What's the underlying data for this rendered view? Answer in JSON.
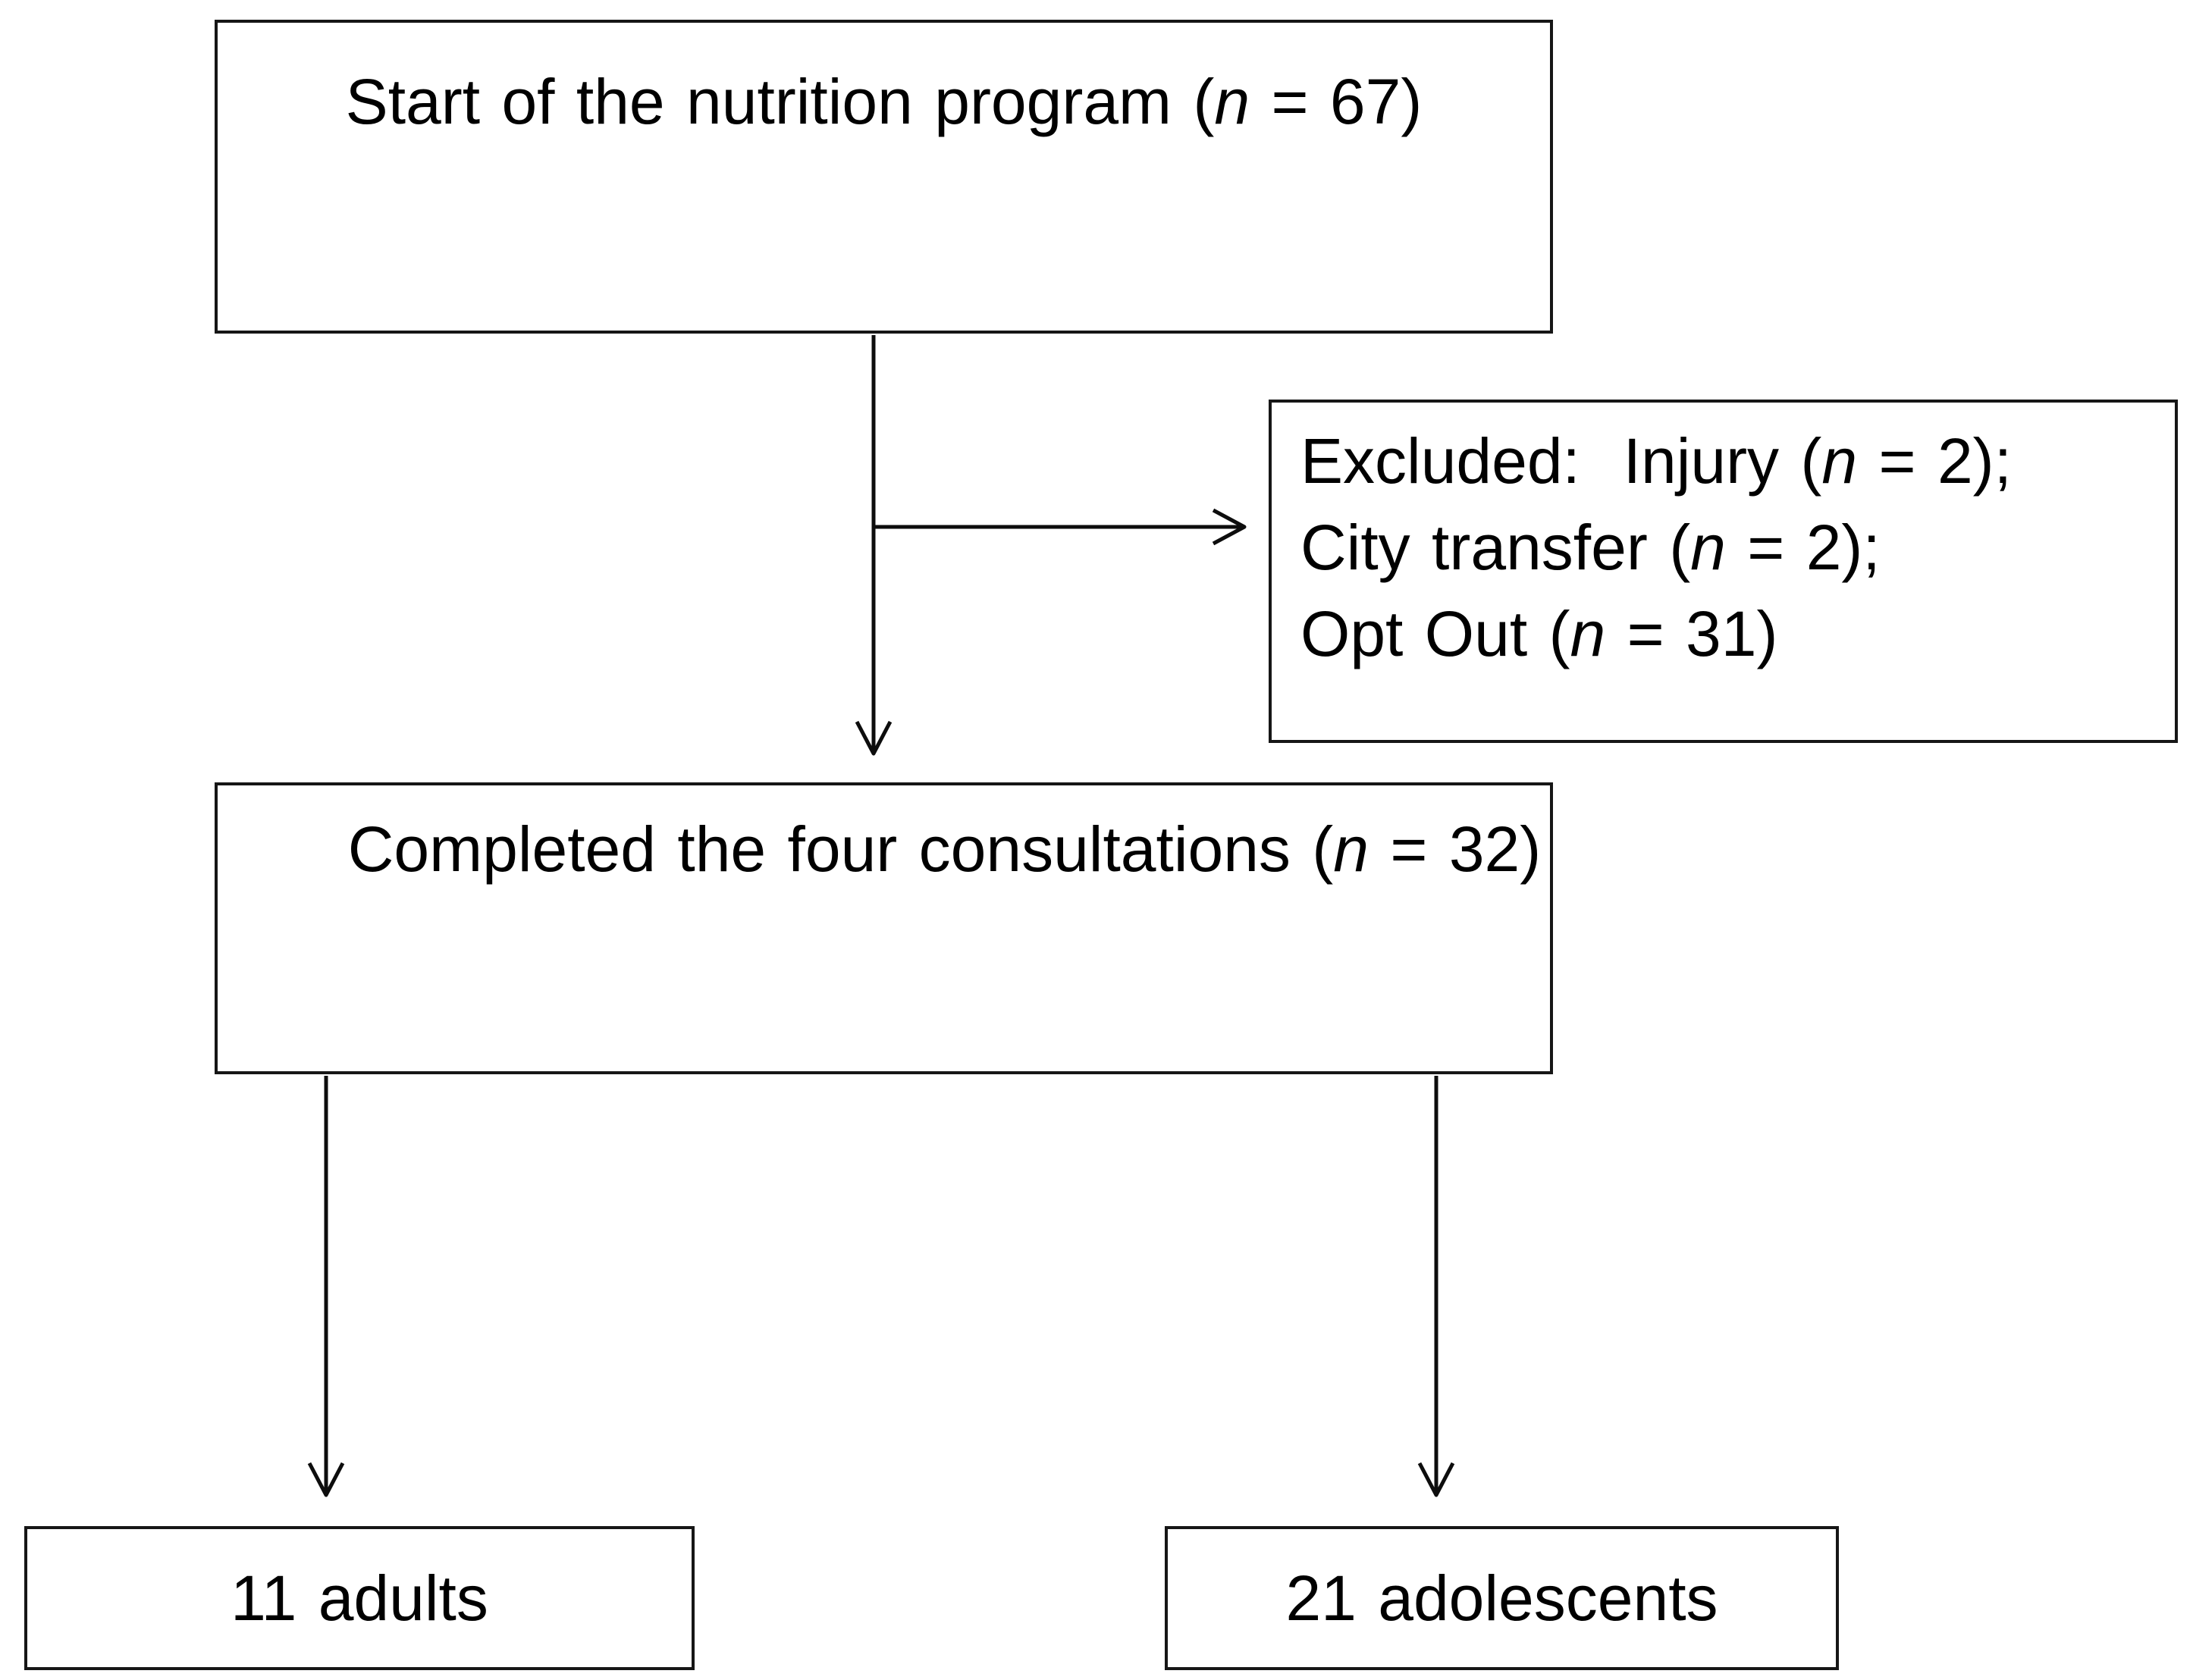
{
  "colors": {
    "background": "#ffffff",
    "line": "#0d0d0d",
    "text": "#000000"
  },
  "boxes": {
    "start": {
      "prefix": "Start of the nutrition program (",
      "n": "n",
      "suffix": " = 67)"
    },
    "excluded": {
      "lines": [
        {
          "prefix": "Excluded:  Injury (",
          "n": "n",
          "suffix": " = 2);"
        },
        {
          "prefix": "City transfer (",
          "n": "n",
          "suffix": " = 2);"
        },
        {
          "prefix": "Opt Out (",
          "n": "n",
          "suffix": " = 31)"
        }
      ]
    },
    "completed": {
      "prefix": "Completed the four consultations (",
      "n": "n",
      "suffix": " = 32)"
    },
    "adults": {
      "label": "11 adults"
    },
    "adolescents": {
      "label": "21 adolescents"
    }
  }
}
